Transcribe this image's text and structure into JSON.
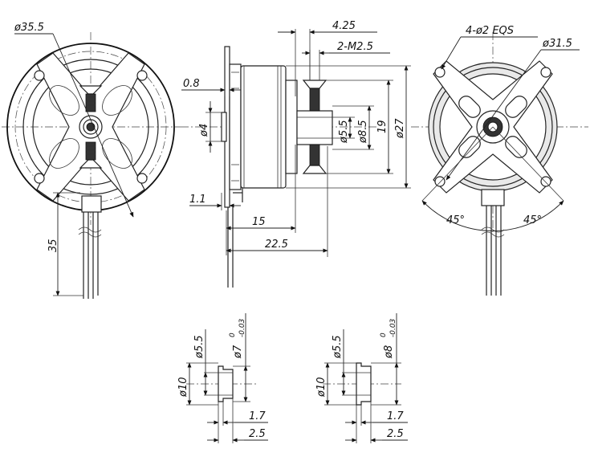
{
  "front_view": {
    "outer_diameter": "ø35.5",
    "cable_length": "35"
  },
  "side_view": {
    "shaft_offset": "4.25",
    "screw_spec": "2-M2.5",
    "mount_thickness": "0.8",
    "shaft_diameter": "ø4",
    "flange_thickness": "1.1",
    "length_to_mount": "15",
    "total_length": "22.5",
    "adapter_inner": "ø5.5",
    "adapter_outer": "ø8.5",
    "mount_height": "19",
    "body_diameter": "ø27"
  },
  "rear_view": {
    "holes": "4-ø2  EQS",
    "hole_circle": "ø31.5",
    "angle_left": "45°",
    "angle_right": "45°"
  },
  "detail_a": {
    "inner": "ø5.5",
    "outer": "ø10",
    "shoulder_dia": "ø7",
    "tol_upper": "0",
    "tol_lower": "-0.03",
    "step": "1.7",
    "length": "2.5"
  },
  "detail_b": {
    "inner": "ø5.5",
    "outer": "ø10",
    "shoulder_dia": "ø8",
    "tol_upper": "0",
    "tol_lower": "-0.03",
    "step": "1.7",
    "length": "2.5"
  }
}
